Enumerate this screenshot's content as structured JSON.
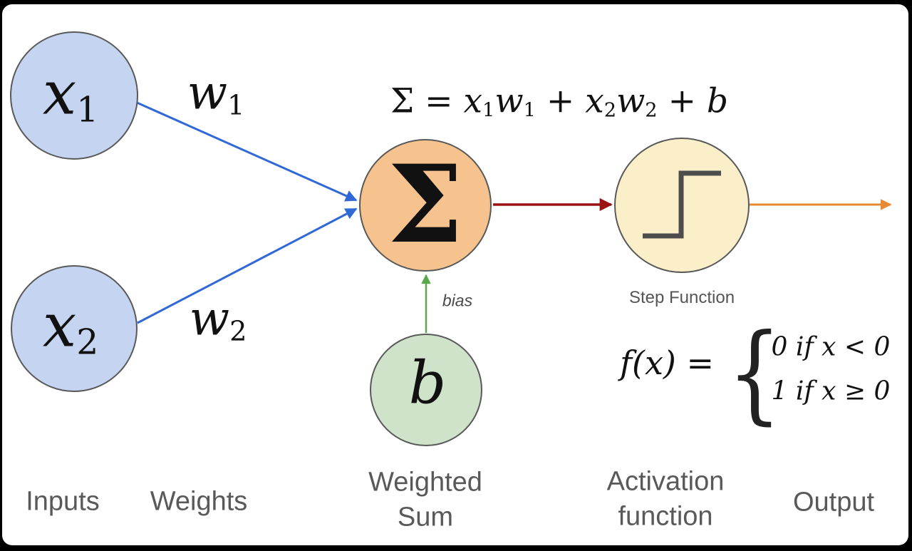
{
  "colors": {
    "input_fill": "#c5d4f0",
    "sum_fill": "#f6c28d",
    "activation_fill": "#faefc9",
    "bias_fill": "#cfe2ca",
    "node_stroke": "#595959",
    "weight_arrow": "#3069d6",
    "sum_arrow": "#9b1212",
    "output_arrow": "#e68a33",
    "bias_arrow": "#5aa74d",
    "step_glyph": "#4d4d4d"
  },
  "nodes": {
    "x1": {
      "base": "x",
      "sub": "1"
    },
    "x2": {
      "base": "x",
      "sub": "2"
    },
    "sum": {
      "symbol": "Σ"
    },
    "bias": {
      "symbol": "b"
    }
  },
  "weights": {
    "w1": {
      "base": "w",
      "sub": "1"
    },
    "w2": {
      "base": "w",
      "sub": "2"
    }
  },
  "sum_formula": {
    "lhs": "Σ = ",
    "x": "x",
    "w": "w",
    "sub1": "1",
    "sub2": "2",
    "plus": " + ",
    "b": "b"
  },
  "activation": {
    "icon_label": "Step Function",
    "fx": "f(x)",
    "eq": " =",
    "brace": "{",
    "case1": "0 if x < 0",
    "case2": "1 if x ≥ 0"
  },
  "bias_arrow_label": "bias",
  "stage_labels": {
    "inputs": "Inputs",
    "weights": "Weights",
    "weighted_sum": "Weighted\nSum",
    "activation_function": "Activation\nfunction",
    "output": "Output"
  }
}
